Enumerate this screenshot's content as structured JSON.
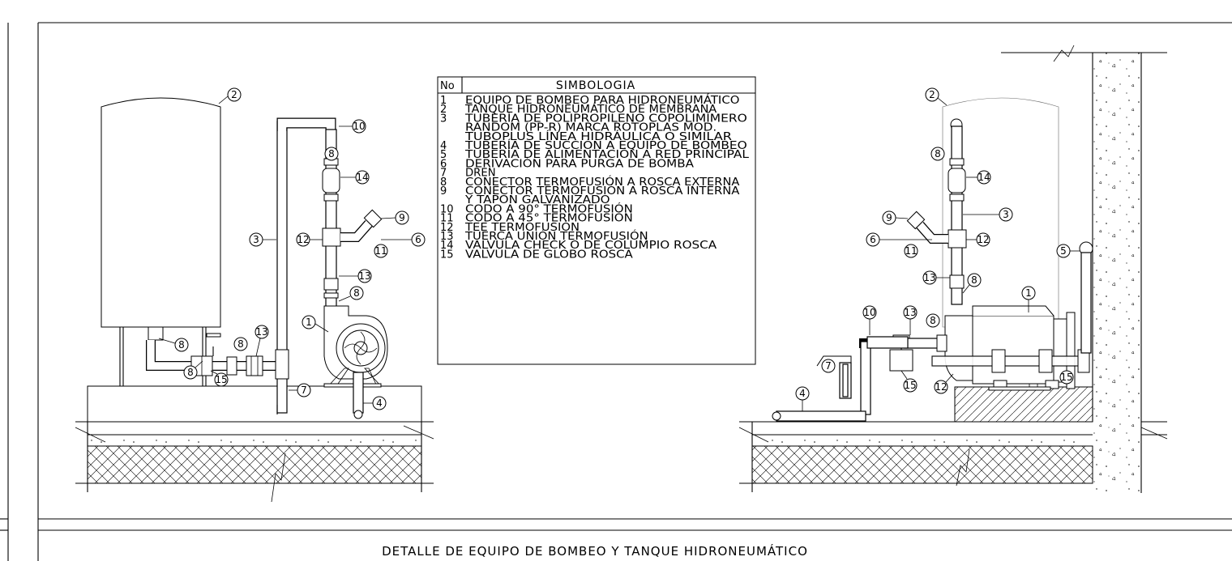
{
  "symbology": {
    "header_no": "No",
    "header_title": "SIMBOLOGIA",
    "rows": [
      {
        "no": "1",
        "lines": [
          "EQUIPO DE BOMBEO PARA HIDRONEUMÁTICO"
        ]
      },
      {
        "no": "2",
        "lines": [
          "TANQUE HIDRÓNEUMÁTICO DE MEMBRANA"
        ]
      },
      {
        "no": "3",
        "lines": [
          "TUBERÍA DE POLIPROPILENO COPOLIMÍMERO",
          "RANDOM (PP-R) MARCA ROTOPLAS MOD.",
          "TUBOPLUS LÍNEA HIDRÁULICA O SIMILAR"
        ]
      },
      {
        "no": "4",
        "lines": [
          "TUBERÍA DE SUCCIÓN A EQUIPO DE BOMBEO"
        ]
      },
      {
        "no": "5",
        "lines": [
          "TUBERÍA DE ALIMENTACIÓN A RED PRINCIPAL"
        ]
      },
      {
        "no": "6",
        "lines": [
          "DERIVACIÓN PARA PURGA DE BOMBA"
        ]
      },
      {
        "no": "7",
        "lines": [
          "DREN"
        ]
      },
      {
        "no": "8",
        "lines": [
          "CONECTOR TERMOFUSIÓN A ROSCA EXTERNA"
        ]
      },
      {
        "no": "9",
        "lines": [
          "CONECTOR TERMOFUSIÓN A ROSCA INTERNA",
          "Y TAPON GALVANIZADO"
        ]
      },
      {
        "no": "10",
        "lines": [
          "CODO A 90° TERMOFUSIÓN"
        ]
      },
      {
        "no": "11",
        "lines": [
          "CODO A 45° TERMOFUSIÓN"
        ]
      },
      {
        "no": "12",
        "lines": [
          "TEE TERMOFUSIÓN"
        ]
      },
      {
        "no": "13",
        "lines": [
          "TUERCA UNIÓN TERMOFUSIÓN"
        ]
      },
      {
        "no": "14",
        "lines": [
          "VALVULA CHECK O DE COLUMPIO ROSCA"
        ]
      },
      {
        "no": "15",
        "lines": [
          "VALVÚLA DE GLOBO ROSCA"
        ]
      }
    ]
  },
  "title": "DETALLE DE EQUIPO DE BOMBEO Y TANQUE HIDRONEUMÁTICO",
  "left_callouts": [
    "1",
    "2",
    "3",
    "4",
    "7",
    "8",
    "8",
    "8",
    "8",
    "8",
    "9",
    "10",
    "11",
    "12",
    "13",
    "13",
    "14",
    "15",
    "6"
  ],
  "right_callouts": [
    "1",
    "2",
    "3",
    "4",
    "5",
    "6",
    "7",
    "8",
    "8",
    "8",
    "9",
    "10",
    "11",
    "12",
    "13",
    "13",
    "14",
    "15",
    "15"
  ]
}
